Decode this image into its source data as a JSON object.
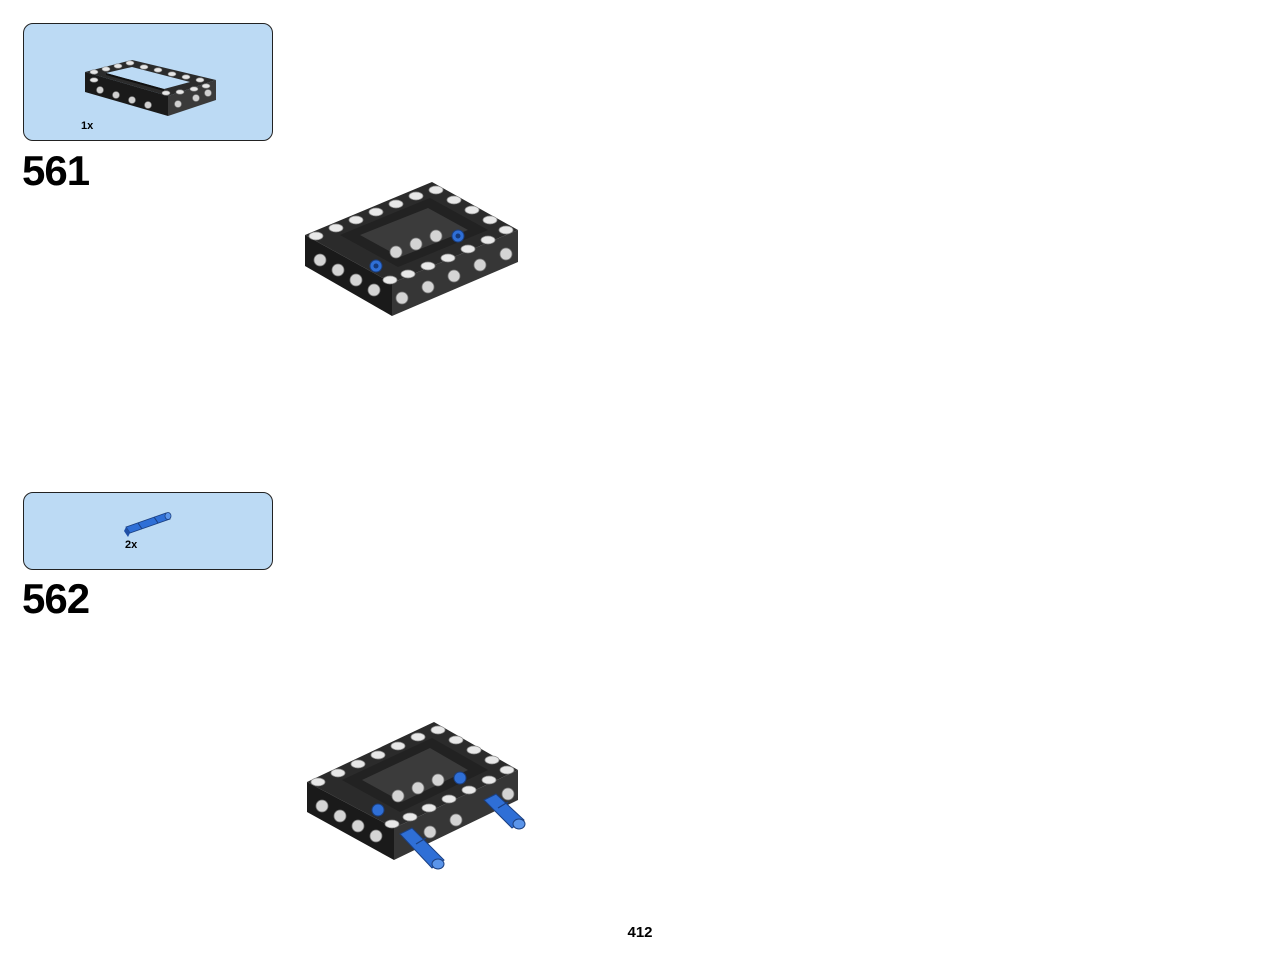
{
  "steps": [
    {
      "number": "561",
      "parts": [
        {
          "icon": "frame-5x7-icon",
          "color": "#2b2b2b",
          "quantity": "1x"
        }
      ]
    },
    {
      "number": "562",
      "parts": [
        {
          "icon": "blue-pin-icon",
          "color": "#2f6fd6",
          "quantity": "2x"
        }
      ]
    }
  ],
  "page": {
    "number": "412"
  },
  "colors": {
    "parts_box_background": "#bcdaf4",
    "frame_dark": "#2b2b2b",
    "frame_light": "#d9d9d9",
    "pin_blue": "#2f6fd6"
  }
}
